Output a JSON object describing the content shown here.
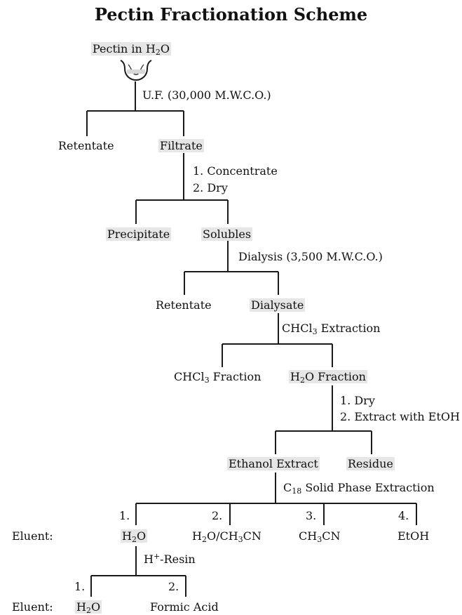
{
  "title": "Pectin Fractionation Scheme",
  "start": {
    "pre": "Pectin in H",
    "sub": "2",
    "post": "O"
  },
  "step1": {
    "method": "U.F. (30,000 M.W.C.O.)",
    "left": "Retentate",
    "right": "Filtrate"
  },
  "step2": {
    "method_1": "1.  Concentrate",
    "method_2": "2.  Dry",
    "left": "Precipitate",
    "right": "Solubles"
  },
  "step3": {
    "method": "Dialysis (3,500 M.W.C.O.)",
    "left": "Retentate",
    "right": "Dialysate"
  },
  "step4": {
    "method": {
      "pre": "CHCl",
      "sub": "3",
      "post": " Extraction"
    },
    "left": {
      "pre": "CHCl",
      "sub": "3",
      "post": " Fraction"
    },
    "right": {
      "pre": "H",
      "sub": "2",
      "post": "O Fraction"
    }
  },
  "step5": {
    "method_1": "1.  Dry",
    "method_2": "2.  Extract with EtOH",
    "left": "Ethanol Extract",
    "right": "Residue"
  },
  "step6": {
    "method": {
      "pre": "C",
      "sub": "18",
      "post": " Solid Phase Extraction"
    },
    "eluent_label": "Eluent:",
    "branches": [
      {
        "num": "1.",
        "pre": "H",
        "sub": "2",
        "post": "O"
      },
      {
        "num": "2.",
        "pre": "H",
        "sub": "2",
        "mid": "O/CH",
        "sub2": "3",
        "post": "CN"
      },
      {
        "num": "3.",
        "pre": "CH",
        "sub": "3",
        "post": "CN"
      },
      {
        "num": "4.",
        "text": "EtOH"
      }
    ]
  },
  "step7": {
    "method": {
      "pre": "H",
      "sup": "+",
      "post": "-Resin"
    },
    "eluent_label": "Eluent:",
    "branches": [
      {
        "num": "1.",
        "pre": "H",
        "sub": "2",
        "post": "O"
      },
      {
        "num": "2.",
        "text": "Formic Acid"
      }
    ]
  },
  "colors": {
    "highlight": "#e6e6e6",
    "line": "#1a1a1a",
    "text": "#111111"
  },
  "icons": {
    "start_vessel": "funnel-beaker-icon"
  }
}
